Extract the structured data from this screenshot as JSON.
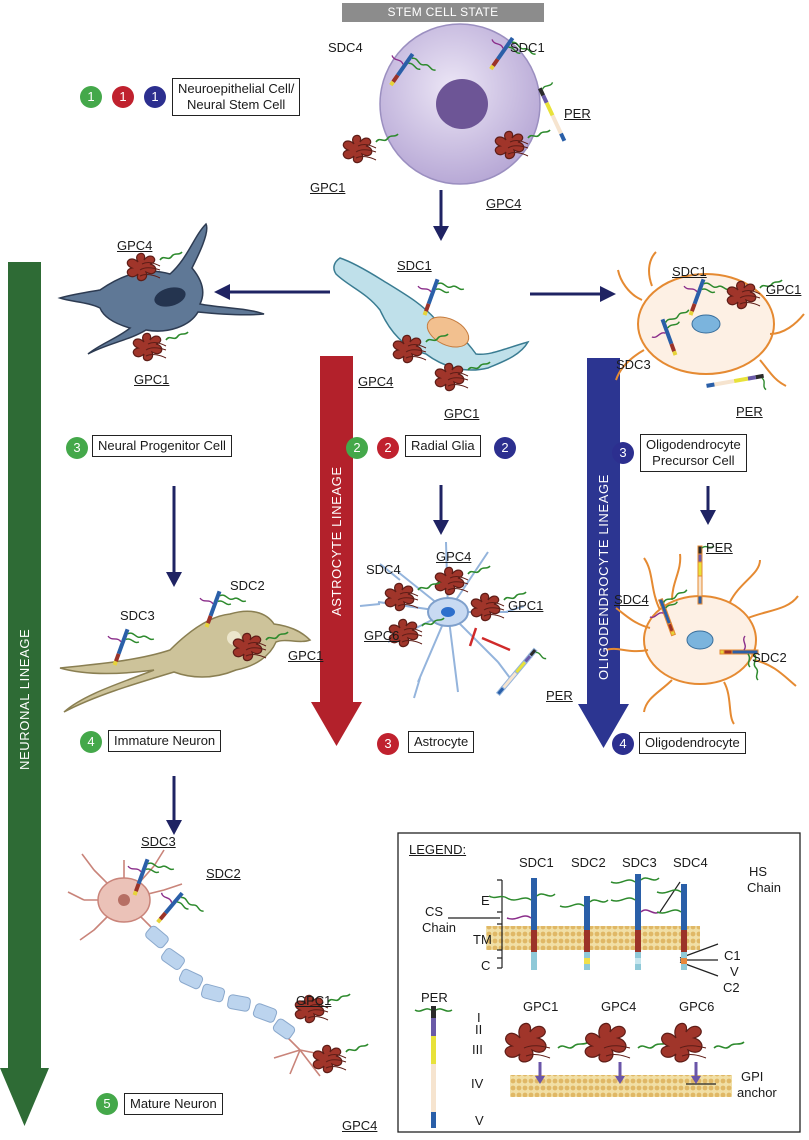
{
  "header": "STEM CELL STATE",
  "lineages": {
    "neuronal": "NEURONAL LINEAGE",
    "astrocyte": "ASTROCYTE LINEAGE",
    "oligodendrocyte": "OLIGODENDROCYTE LINEAGE"
  },
  "cells": {
    "stem": {
      "line1": "Neuroepithelial Cell/",
      "line2": "Neural Stem Cell",
      "badges": [
        "1",
        "1",
        "1"
      ]
    },
    "radial": {
      "name": "Radial Glia",
      "badges": [
        "2",
        "2",
        "2"
      ]
    },
    "npc": {
      "name": "Neural Progenitor Cell",
      "badge": "3"
    },
    "opc": {
      "line1": "Oligodendrocyte",
      "line2": "Precursor Cell",
      "badge": "3"
    },
    "immature": {
      "name": "Immature Neuron",
      "badge": "4"
    },
    "astrocyte": {
      "name": "Astrocyte",
      "badge": "3"
    },
    "oligo": {
      "name": "Oligodendrocyte",
      "badge": "4"
    },
    "mature": {
      "name": "Mature Neuron",
      "badge": "5"
    }
  },
  "labels": {
    "stem_sdc4": "SDC4",
    "stem_sdc1": "SDC1",
    "stem_per": "PER",
    "stem_gpc1": "GPC1",
    "stem_gpc4": "GPC4",
    "npc_gpc4": "GPC4",
    "npc_gpc1": "GPC1",
    "rg_sdc1": "SDC1",
    "rg_gpc4": "GPC4",
    "rg_gpc1": "GPC1",
    "opc_sdc1": "SDC1",
    "opc_gpc1": "GPC1",
    "opc_sdc3": "SDC3",
    "opc_per": "PER",
    "im_sdc2": "SDC2",
    "im_sdc3": "SDC3",
    "im_gpc1": "GPC1",
    "as_gpc4": "GPC4",
    "as_sdc4": "SDC4",
    "as_gpc1": "GPC1",
    "as_gpc6": "GPC6",
    "as_per": "PER",
    "ol_per": "PER",
    "ol_sdc4": "SDC4",
    "ol_sdc2": "SDC2",
    "mn_sdc3": "SDC3",
    "mn_sdc2": "SDC2",
    "mn_gpc1": "GPC1",
    "mn_gpc4": "GPC4"
  },
  "legend": {
    "title": "LEGEND:",
    "sdc_names": [
      "SDC1",
      "SDC2",
      "SDC3",
      "SDC4"
    ],
    "hs1": "HS",
    "hs2": "Chain",
    "cs1": "CS",
    "cs2": "Chain",
    "domains": {
      "e": "E",
      "tm": "TM",
      "c": "C"
    },
    "c1": "C1",
    "v": "V",
    "c2": "C2",
    "per": "PER",
    "per_domains": [
      "I",
      "II",
      "III",
      "IV",
      "V"
    ],
    "gpc_names": [
      "GPC1",
      "GPC4",
      "GPC6"
    ],
    "gpi1": "GPI",
    "gpi2": "anchor"
  },
  "colors": {
    "neuronal": "#2e6b35",
    "astrocyte": "#b3212b",
    "oligodendrocyte": "#2c3591",
    "arrow": "#1f2363",
    "gpc": "#9b3328",
    "hs_chain": "#2d8a2d",
    "cs_chain": "#8a2d8a",
    "sdc_extra": "#2a5fa8",
    "sdc_tm": "#9b3328",
    "membrane": "#e6c887"
  }
}
